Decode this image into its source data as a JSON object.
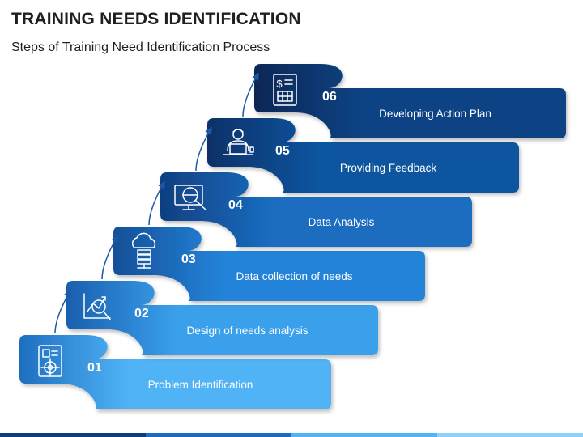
{
  "title": "TRAINING NEEDS IDENTIFICATION",
  "subtitle": "Steps of Training Need Identification Process",
  "steps": [
    {
      "number": "01",
      "label": "Problem Identification",
      "icon": "target-document-icon",
      "color_light": "#4fb3f6",
      "color_dark": "#1e6fc0"
    },
    {
      "number": "02",
      "label": "Design of needs analysis",
      "icon": "chart-magnifier-icon",
      "color_light": "#3aa0ec",
      "color_dark": "#195fae"
    },
    {
      "number": "03",
      "label": "Data collection of needs",
      "icon": "cloud-server-icon",
      "color_light": "#2483d8",
      "color_dark": "#144f98"
    },
    {
      "number": "04",
      "label": "Data Analysis",
      "icon": "monitor-magnifier-icon",
      "color_light": "#1a6cc0",
      "color_dark": "#103f80"
    },
    {
      "number": "05",
      "label": "Providing Feedback",
      "icon": "person-laptop-icon",
      "color_light": "#11549e",
      "color_dark": "#0c3168"
    },
    {
      "number": "06",
      "label": "Developing Action Plan",
      "icon": "plan-document-icon",
      "color_light": "#0d4384",
      "color_dark": "#0a2756"
    }
  ],
  "footer_colors": [
    "#0d3d7a",
    "#1a6cc0",
    "#4fb3f6",
    "#8fd0fa"
  ]
}
